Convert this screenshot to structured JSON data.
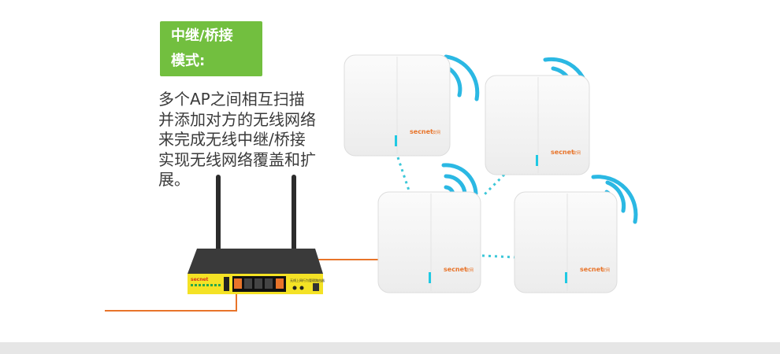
{
  "mode_tag": {
    "line1": "中继/桥接",
    "line2": "模式:"
  },
  "description": {
    "lines": [
      "多个AP之间相互扫描",
      "并添加对方的无线网络",
      "来完成无线中继/桥接",
      "实现无线网络覆盖和扩",
      "展。"
    ]
  },
  "devices": {
    "brand": "secnet",
    "brand_suffix": "安网",
    "router_panel_text": "无线上网行为管理路由器"
  },
  "colors": {
    "accent_green": "#72bf3f",
    "cable_orange": "#e8742a",
    "wifi_cyan": "#2bb8e3",
    "link_dotted": "#3cc7d8",
    "router_face": "#f4e225",
    "router_top": "#3a3a3a"
  }
}
